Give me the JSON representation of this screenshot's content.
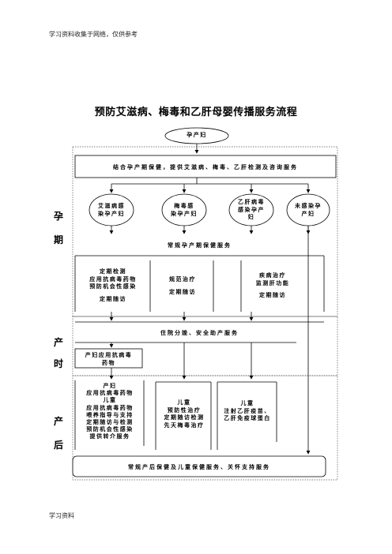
{
  "header_note": "学习资料收集于网络，仅供参考",
  "footer_note": "学习资料",
  "title": "预防艾滋病、梅毒和乙肝母婴传播服务流程",
  "phases": {
    "pregnancy": [
      "孕",
      "期"
    ],
    "delivery": [
      "产",
      "时"
    ],
    "postpartum": [
      "产",
      "后"
    ]
  },
  "nodes": {
    "start": "孕产妇",
    "counseling": "结合孕产期保健，提供艾滋病、梅毒、乙肝检测及咨询服务",
    "hiv": [
      "艾滋病感",
      "染孕产妇"
    ],
    "syphilis": [
      "梅毒感",
      "染孕产妇"
    ],
    "hepb": [
      "乙肝病毒",
      "感染孕产",
      "妇"
    ],
    "uninfected": [
      "未感染孕",
      "产妇"
    ],
    "routine_care": "常规孕产期保健服务",
    "hiv_care": [
      "定期检测",
      "应用抗病毒药物",
      "预防机会性感染",
      "",
      "定期随访"
    ],
    "syphilis_care": [
      "规范治疗",
      "",
      "定期随访"
    ],
    "hepb_care": [
      "疾病治疗",
      "监测肝功能",
      "",
      "定期随访"
    ],
    "delivery": "住院分娩、安全助产服务",
    "delivery_arv": [
      "产妇应用抗病毒",
      "药物"
    ],
    "post_hiv": [
      "产妇",
      "应用抗病毒药物",
      "儿童",
      "应用抗病毒药物",
      "喂养指导与支持",
      "定期随访与检测",
      "预防机会性感染",
      "提供转介服务"
    ],
    "post_syphilis": [
      "儿童",
      "预防性治疗",
      "定期随访检测",
      "先天梅毒治疗"
    ],
    "post_hepb": [
      "儿童",
      "注射乙肝疫苗、",
      "乙肝免疫球蛋白"
    ],
    "final": "常规产后保健及儿童保健服务、关怀支持服务"
  }
}
